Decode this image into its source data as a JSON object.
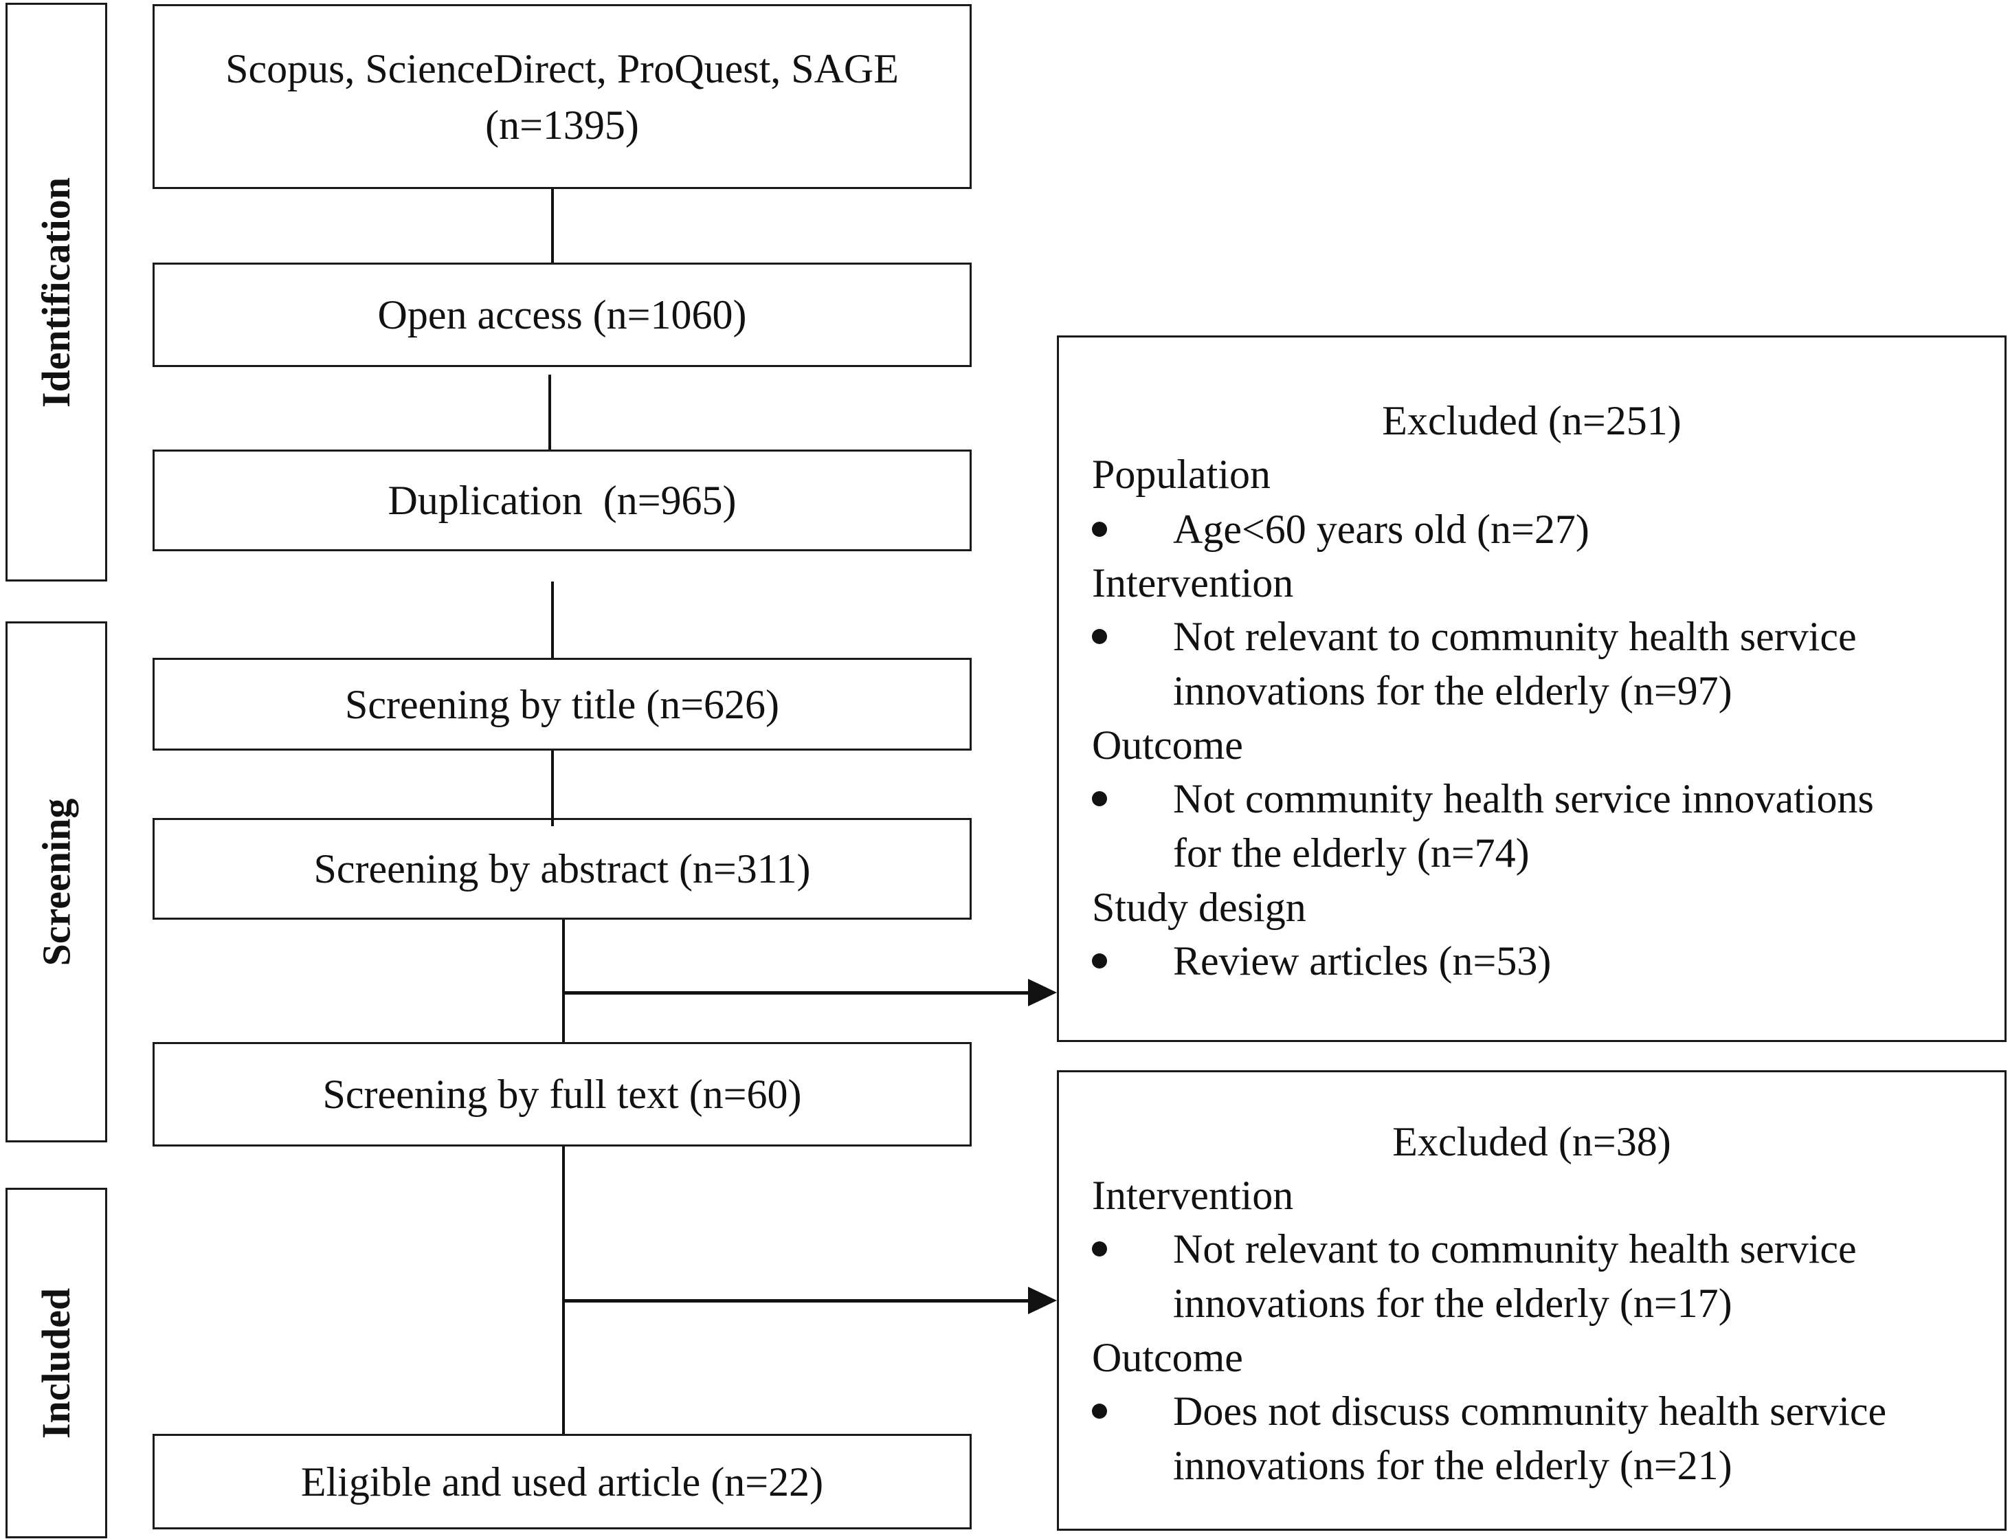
{
  "stages": {
    "identification": "Identification",
    "screening": "Screening",
    "included": "Included"
  },
  "flow": {
    "databases": "Scopus, ScienceDirect, ProQuest, SAGE (n=1395)",
    "open_access": "Open access (n=1060)",
    "duplication": "Duplication  (n=965)",
    "title_screen": "Screening by title (n=626)",
    "abstract_screen": "Screening by abstract (n=311)",
    "fulltext_screen": "Screening by full text (n=60)",
    "eligible": "Eligible and used article (n=22)"
  },
  "exclusion_1": {
    "title": "Excluded (n=251)",
    "population": "Population",
    "population_item": "Age<60 years old (n=27)",
    "intervention": "Intervention",
    "intervention_item": "Not relevant to community health service innovations for the elderly (n=97)",
    "outcome": "Outcome",
    "outcome_item": "Not community health service innovations for the elderly (n=74)",
    "study_design": "Study design",
    "study_design_item": "Review articles (n=53)"
  },
  "exclusion_2": {
    "title": "Excluded (n=38)",
    "intervention": "Intervention",
    "intervention_item": "Not relevant to community health service innovations for the elderly (n=17)",
    "outcome": "Outcome",
    "outcome_item": "Does not discuss community health service innovations for the elderly (n=21)"
  }
}
